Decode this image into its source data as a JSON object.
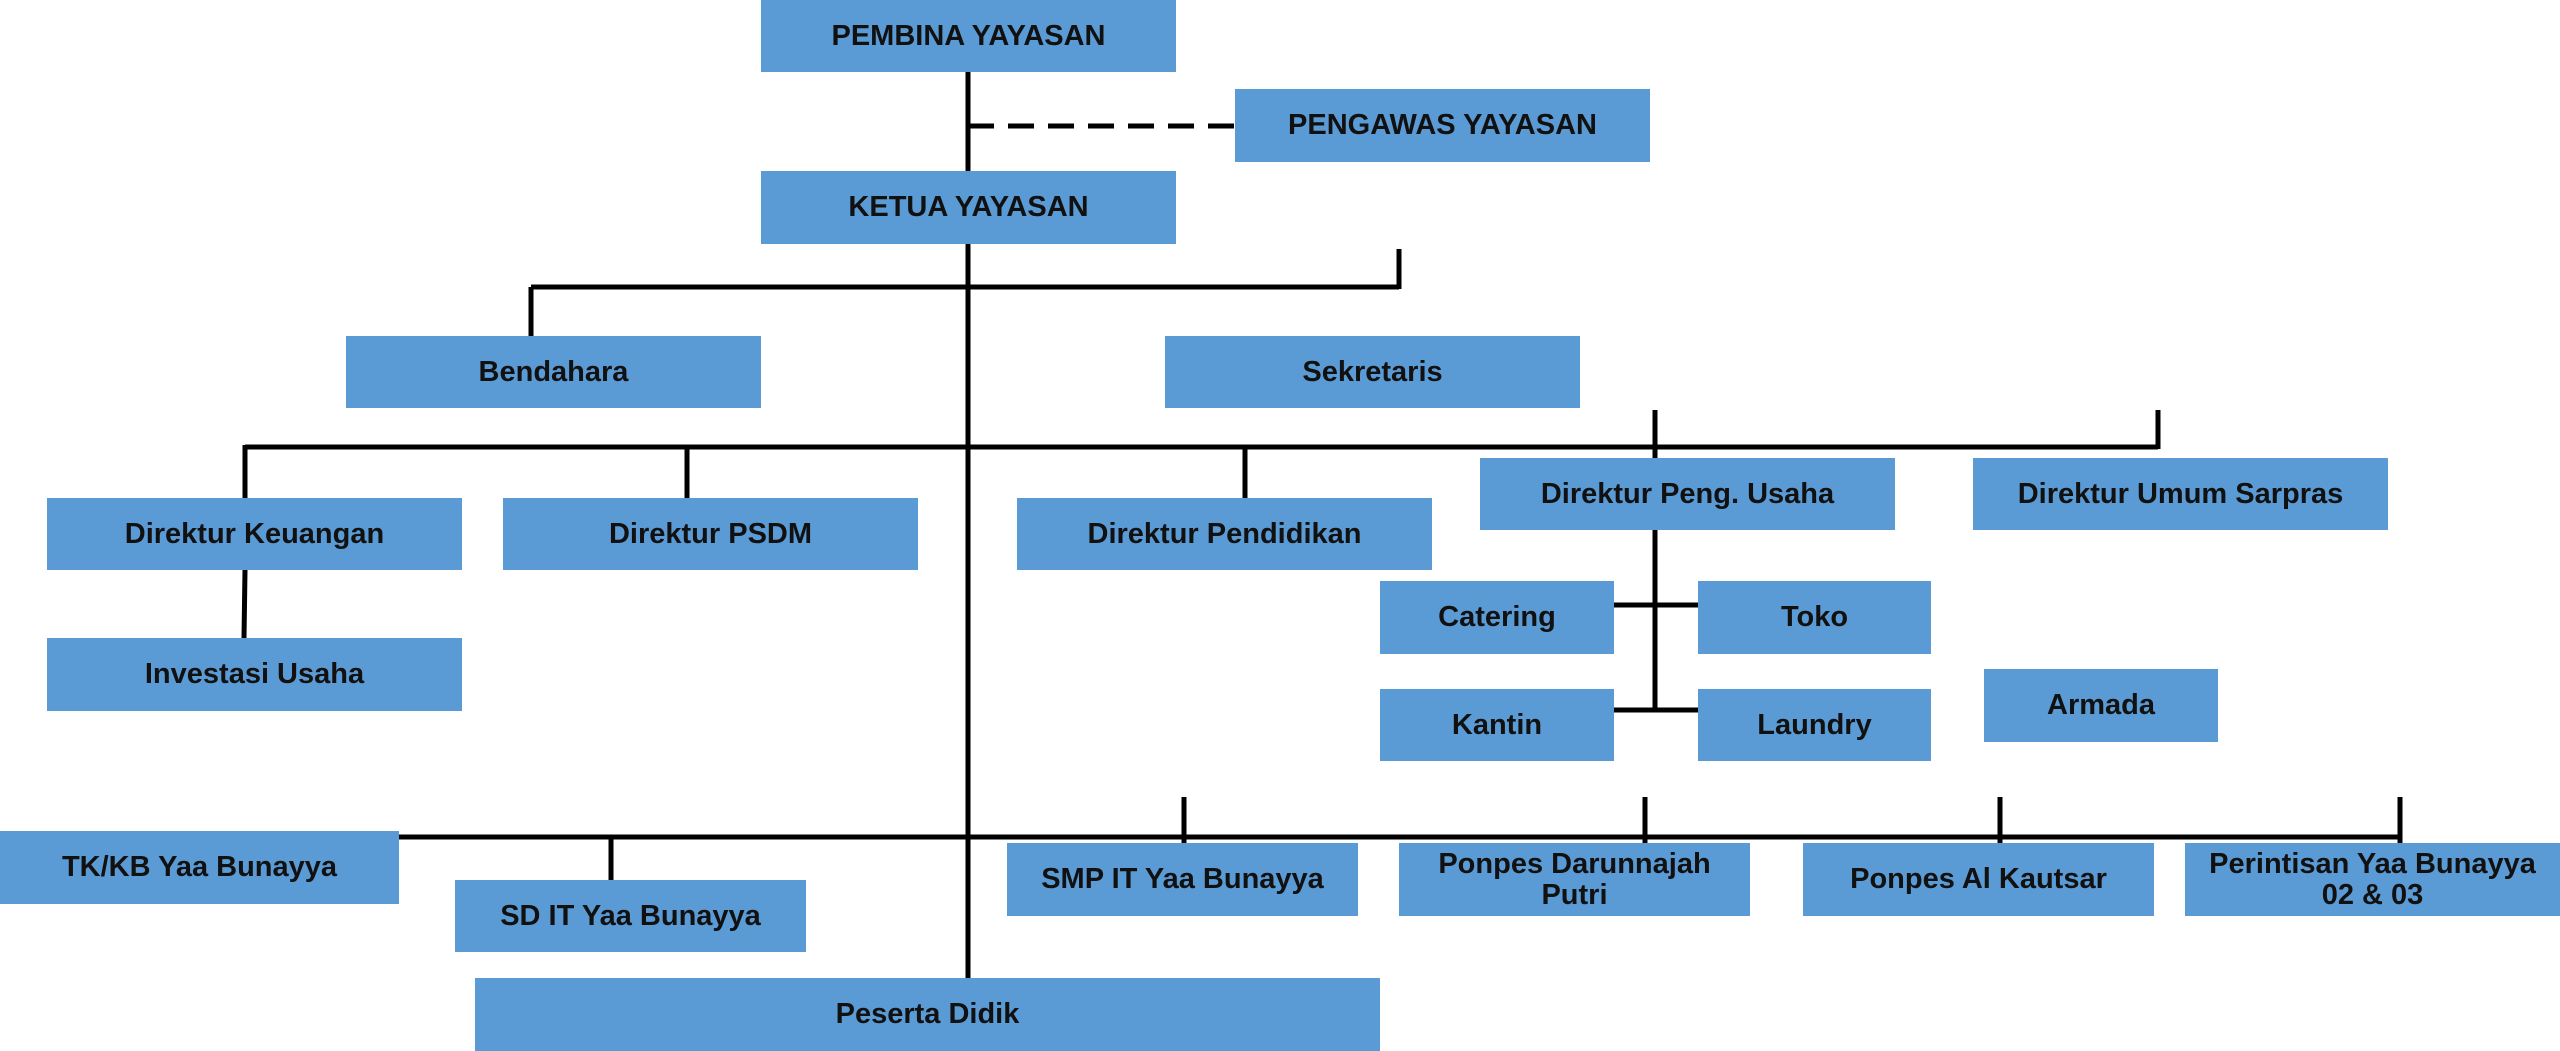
{
  "colors": {
    "box_fill": "#5b9bd5",
    "connector": "#000000",
    "text": "#111111"
  },
  "org_chart": {
    "pembina": "PEMBINA YAYASAN",
    "pengawas": "PENGAWAS YAYASAN",
    "ketua": "KETUA YAYASAN",
    "bendahara": "Bendahara",
    "sekretaris": "Sekretaris",
    "dir_keuangan": "Direktur Keuangan",
    "investasi_usaha": "Investasi Usaha",
    "dir_psdm": "Direktur PSDM",
    "dir_pendidikan": "Direktur Pendidikan",
    "dir_peng_usaha": "Direktur Peng. Usaha",
    "dir_umum_sarpras": "Direktur Umum Sarpras",
    "catering": "Catering",
    "toko": "Toko",
    "kantin": "Kantin",
    "laundry": "Laundry",
    "armada": "Armada",
    "tk_kb": "TK/KB Yaa Bunayya",
    "sd_it": "SD IT Yaa Bunayya",
    "smp_it": "SMP IT Yaa Bunayya",
    "ponpes_darunnajah_l1": "Ponpes Darunnajah",
    "ponpes_darunnajah_l2": "Putri",
    "ponpes_al_kautsar": "Ponpes Al Kautsar",
    "perintisan_l1": "Perintisan Yaa Bunayya",
    "perintisan_l2": "02 & 03",
    "peserta_didik": "Peserta Didik"
  }
}
